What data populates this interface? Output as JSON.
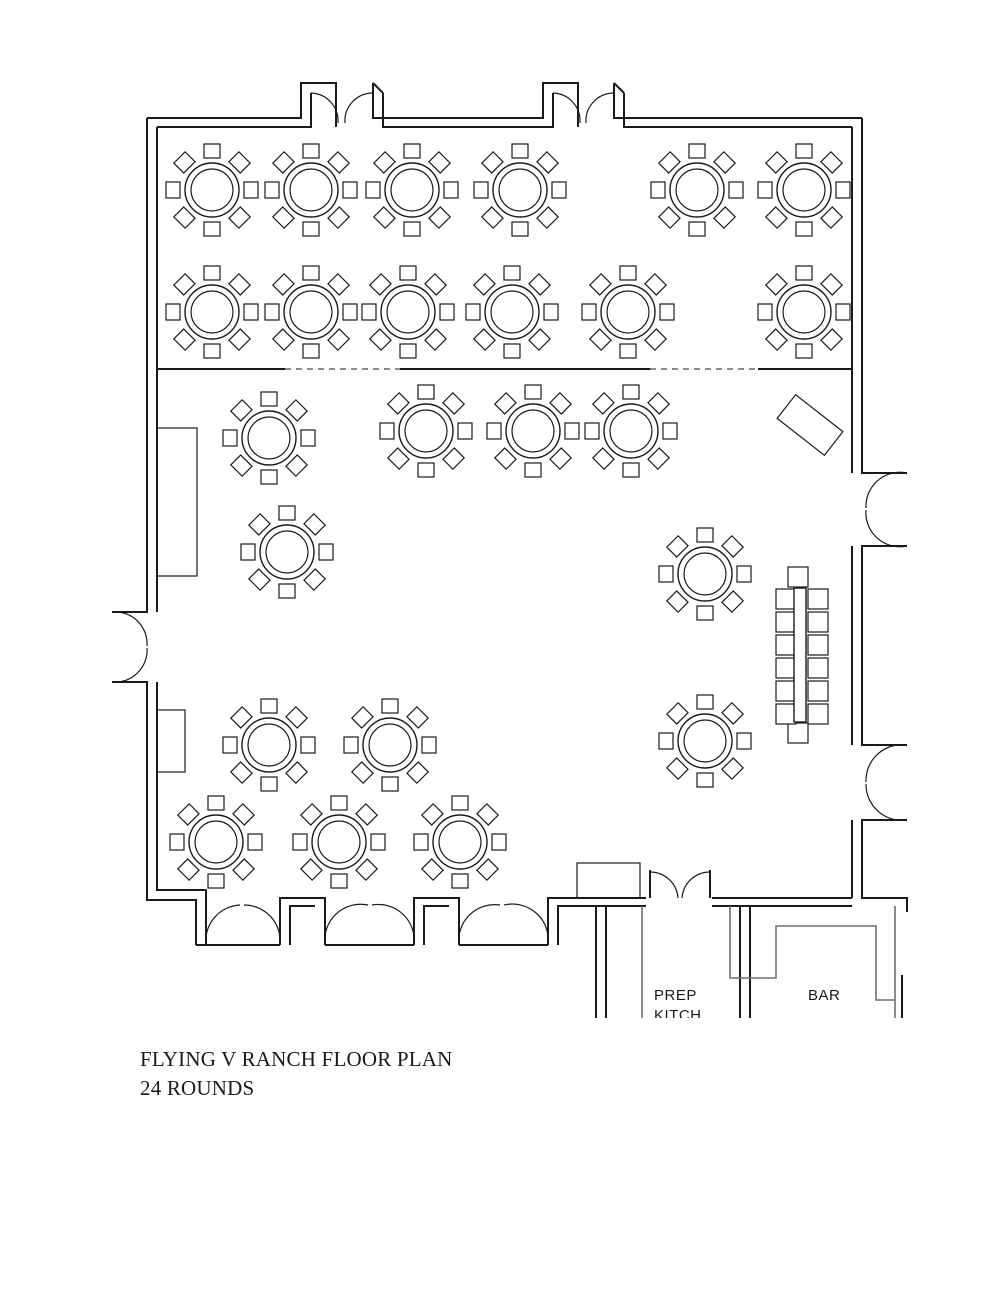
{
  "floor_plan": {
    "title": "FLYING V RANCH FLOOR PLAN",
    "subtitle": "24 ROUNDS",
    "rooms": {
      "prep_kitchen": [
        "PREP",
        "KITCH"
      ],
      "bar": "BAR"
    }
  }
}
